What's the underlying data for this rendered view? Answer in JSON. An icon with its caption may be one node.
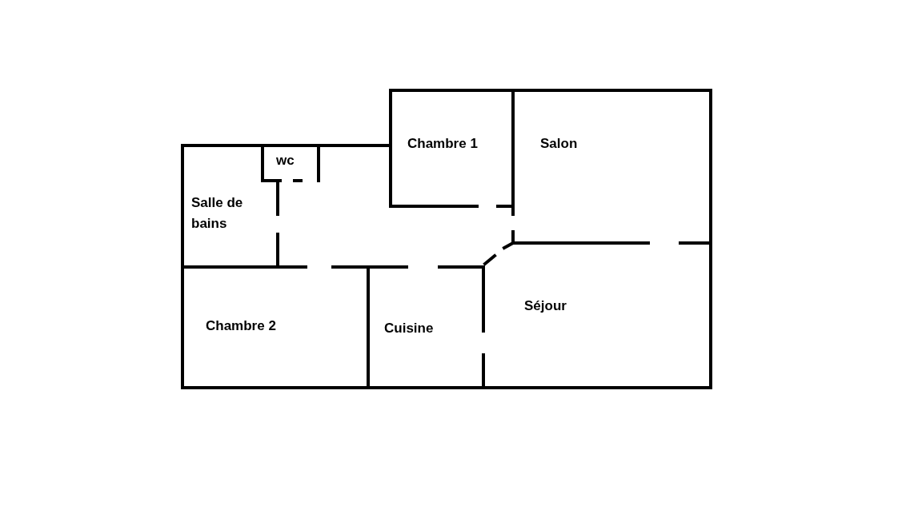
{
  "diagram": {
    "labels": [
      "Chambre 1",
      "Salon",
      "wc",
      "Salle de bains",
      "Chambre 2",
      "Séjour",
      "Cuisine"
    ]
  }
}
